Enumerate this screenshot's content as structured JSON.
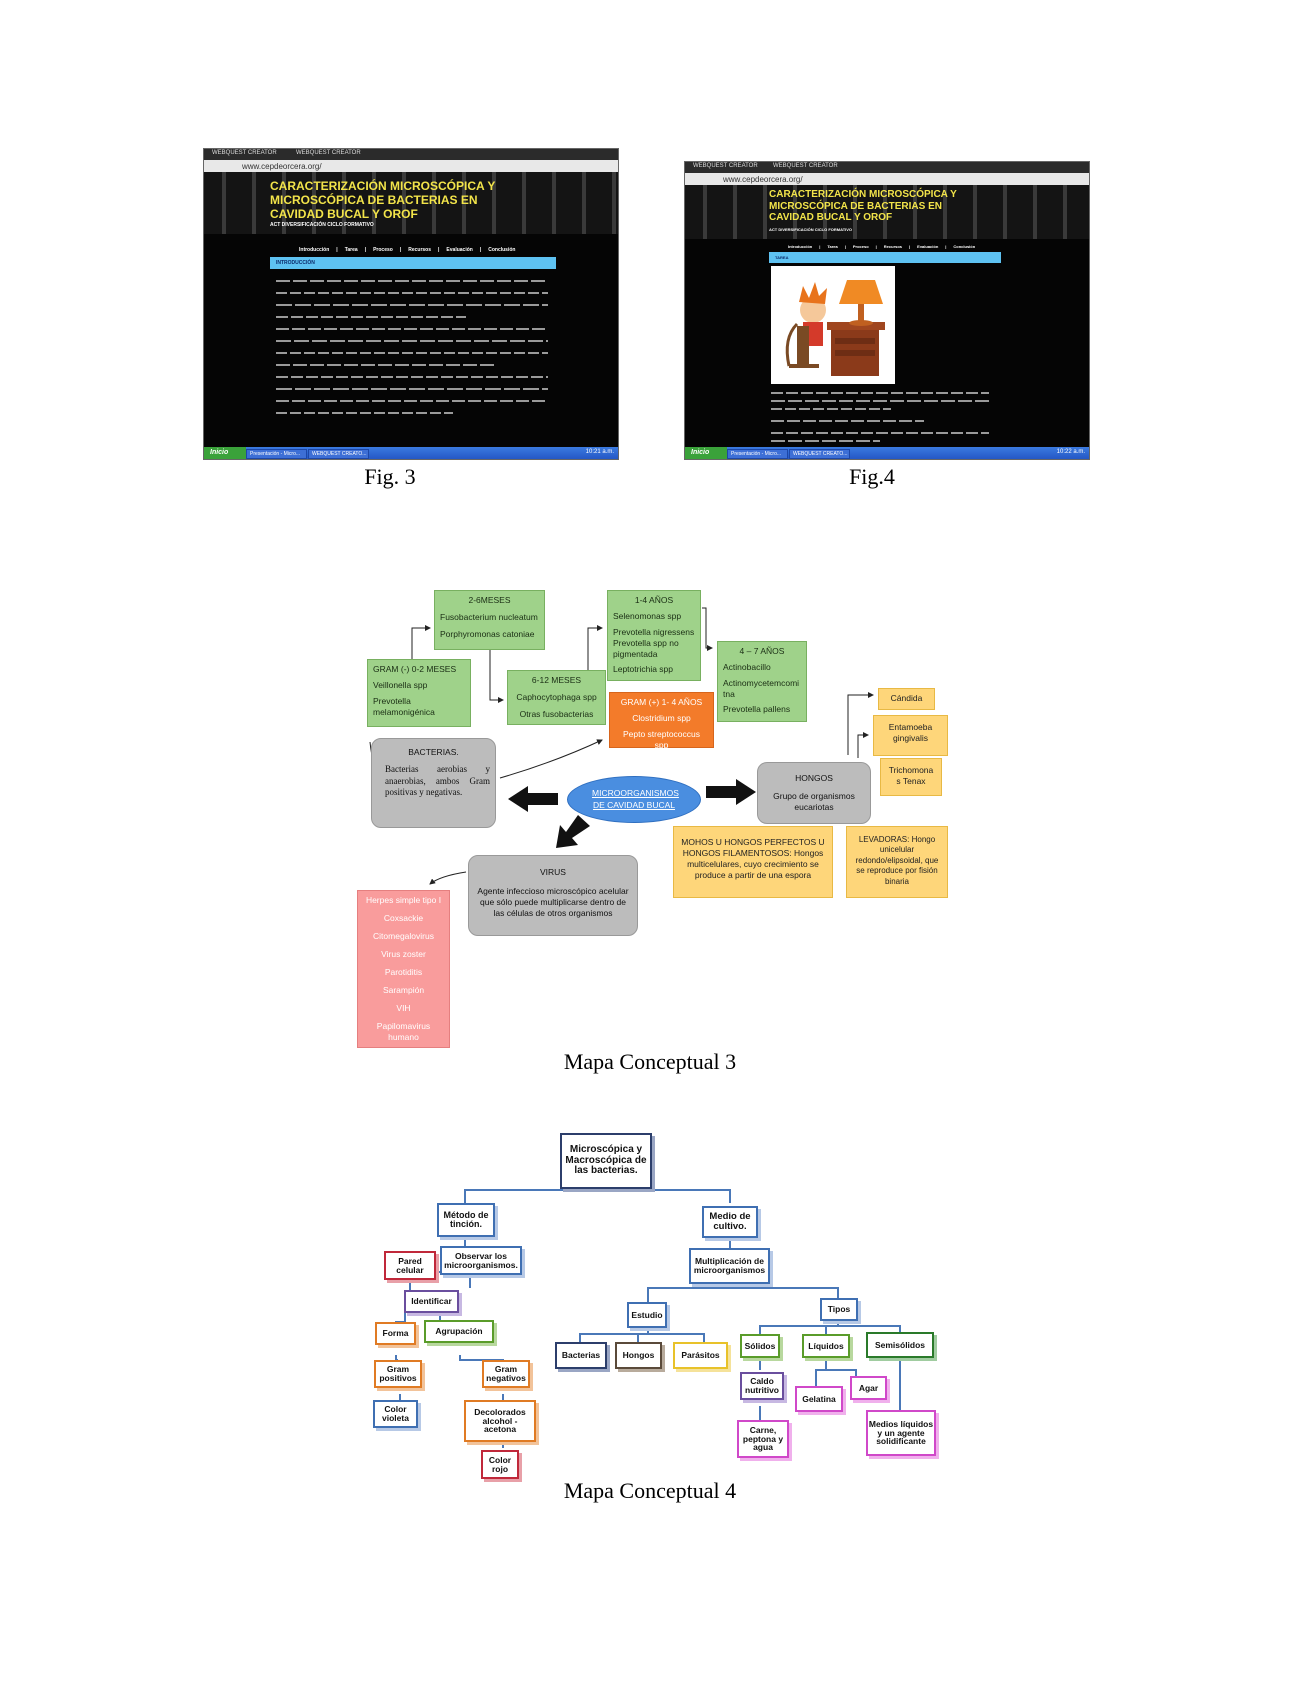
{
  "figures": {
    "fig3": {
      "caption": "Fig. 3",
      "tab1": "WEBQUEST CREATOR",
      "tab2": "WEBQUEST CREATOR",
      "url": "www.cepdeorcera.org/",
      "title_lines": [
        "CARACTERIZACIÓN MICROSCÓPICA Y",
        "MICROSCÓPICA DE BACTERIAS EN",
        "CAVIDAD BUCAL Y OROF"
      ],
      "subtitle": "ACT DIVERSIFICACIÓN CICLO FORMATIVO",
      "nav": [
        "Introducción",
        "Tarea",
        "Proceso",
        "Recursos",
        "Evaluación",
        "Conclusión"
      ],
      "section": "INTRODUCCIÓN",
      "start": "Inicio",
      "taskbar_buttons": [
        "Presentación - Micro...",
        "WEBQUEST CREATO..."
      ],
      "clock": "10:21 a.m."
    },
    "fig4": {
      "caption": "Fig.4",
      "tab1": "WEBQUEST CREATOR",
      "tab2": "WEBQUEST CREATOR",
      "url": "www.cepdeorcera.org/",
      "title_lines": [
        "CARACTERIZACIÓN MICROSCÓPICA Y",
        "MICROSCÓPICA DE BACTERIAS EN",
        "CAVIDAD BUCAL Y OROF"
      ],
      "subtitle": "ACT DIVERSIFICACIÓN CICLO FORMATIVO",
      "nav": [
        "Introducción",
        "Tarea",
        "Proceso",
        "Recursos",
        "Evaluación",
        "Conclusión"
      ],
      "section": "TAREA",
      "start": "Inicio",
      "taskbar_buttons": [
        "Presentación - Micro...",
        "WEBQUEST CREATO..."
      ],
      "clock": "10:22 a.m."
    }
  },
  "map3": {
    "caption": "Mapa Conceptual 3",
    "center": "MICROORGANISMOS DE CAVIDAD BUCAL",
    "bacterias": {
      "title": "BACTERIAS.",
      "text": "Bacterias aerobias y anaerobias, ambos Gram positivas y negativas."
    },
    "gram_neg_0_2": {
      "title": "GRAM (-) 0-2 MESES",
      "items": [
        "Veillonella spp",
        "Prevotella melamonigénica"
      ]
    },
    "m2_6": {
      "title": "2-6MESES",
      "items": [
        "Fusobacterium nucleatum",
        "Porphyromonas catoniae"
      ]
    },
    "m6_12": {
      "title": "6-12 MESES",
      "items": [
        "Caphocytophaga spp",
        "Otras fusobacterias"
      ]
    },
    "a1_4": {
      "title": "1-4 AÑOS",
      "items": [
        "Selenomonas spp",
        "Prevotella nigressens",
        "Prevotella spp no pigmentada",
        "Leptotrichia spp"
      ]
    },
    "gram_pos": {
      "title": "GRAM (+) 1- 4 AÑOS",
      "items": [
        "Clostridium spp",
        "Pepto streptococcus spp"
      ]
    },
    "a4_7": {
      "title": "4 – 7 AÑOS",
      "items": [
        "Actinobacillo",
        "Actinomycetemcomi tna",
        "Prevotella pallens"
      ]
    },
    "hongos": {
      "title": "HONGOS",
      "text": "Grupo de organismos eucariotas"
    },
    "candida": "Cándida",
    "entamoeba": "Entamoeba gingivalis",
    "trichomona": "Trichomona s Tenax",
    "mohos": "MOHOS U HONGOS PERFECTOS U HONGOS FILAMENTOSOS: Hongos multicelulares, cuyo crecimiento se produce a partir de una espora",
    "levaduras": "LEVADORAS: Hongo unicelular redondo/elipsoidal, que se reproduce por fisión binaria",
    "virus": {
      "title": "VIRUS",
      "text": "Agente infeccioso microscópico acelular que sólo puede multiplicarse dentro de las células de otros organismos"
    },
    "virus_list": [
      "Herpes simple tipo I",
      "Coxsackie",
      "Citomegalovirus",
      "Virus zoster",
      "Parotiditis",
      "Sarampión",
      "VIH",
      "Papilomavirus humano"
    ]
  },
  "map4": {
    "caption": "Mapa Conceptual 4",
    "root": "Microscópica y Macroscópica de las bacterias.",
    "metodo": "Método de tinción.",
    "observar": "Observar los microorganismos.",
    "pared": "Pared celular",
    "identificar": "Identificar",
    "forma": "Forma",
    "agrupacion": "Agrupación",
    "gram_pos": "Gram positivos",
    "gram_neg": "Gram negativos",
    "violeta": "Color violeta",
    "decolorados": "Decolorados alcohol - acetona",
    "rojo": "Color rojo",
    "medio": "Medio de cultivo.",
    "multiplicacion": "Multiplicación de microorganismos",
    "estudio": "Estudio",
    "tipos": "Tipos",
    "bacterias": "Bacterias",
    "hongos": "Hongos",
    "parasitos": "Parásitos",
    "solidos": "Sólidos",
    "liquidos": "Líquidos",
    "semisolidos": "Semisólidos",
    "caldo": "Caldo nutritivo",
    "gelatina": "Gelatina",
    "agar": "Agar",
    "carne": "Carne, peptona y agua",
    "medios": "Medios líquidos y un agente solidificante"
  }
}
